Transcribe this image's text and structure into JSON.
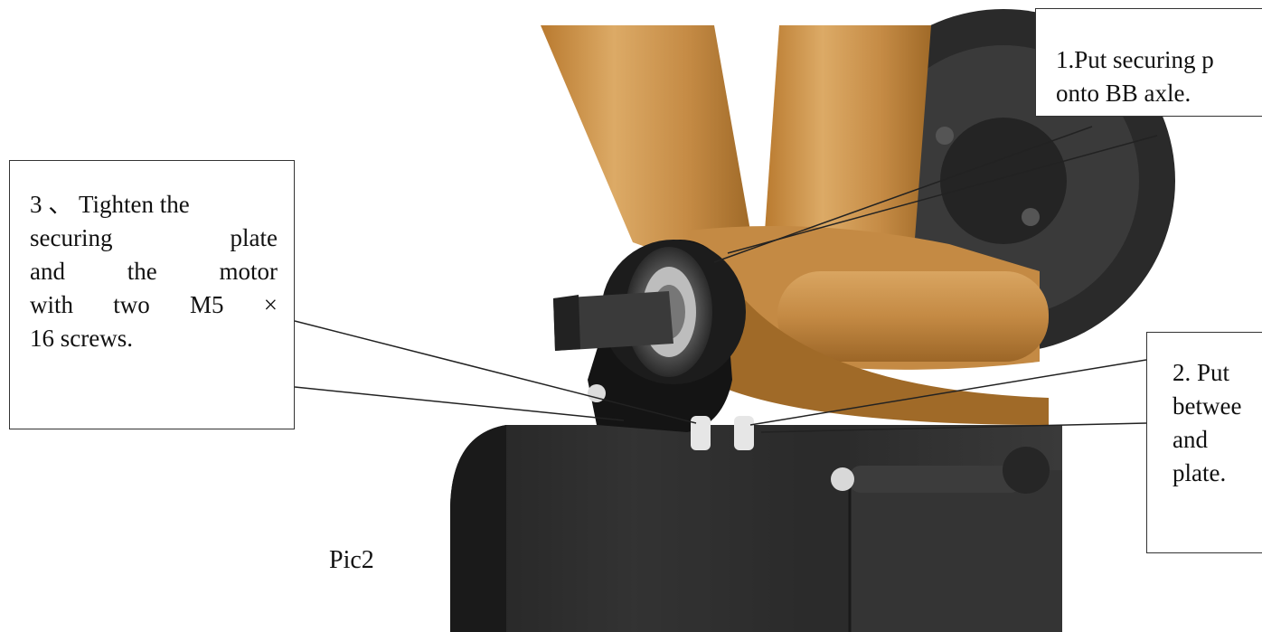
{
  "figure": {
    "label": "Pic2",
    "callouts": {
      "step3": {
        "lines": [
          "3 、 Tighten the",
          "securing plate",
          "and the motor",
          "with two M5 ×",
          "16 screws."
        ]
      },
      "step1": {
        "lines": [
          "1.Put securing p",
          "onto BB axle."
        ]
      },
      "step2": {
        "lines": [
          "2. Put",
          "betwee",
          "and",
          "plate."
        ]
      }
    }
  },
  "colors": {
    "frame": "#c8924a",
    "frame_dark": "#8a5a22",
    "motor": "#2e2e2e",
    "plate": "#141414",
    "callout_border": "#333333",
    "leader_line": "#222222"
  }
}
